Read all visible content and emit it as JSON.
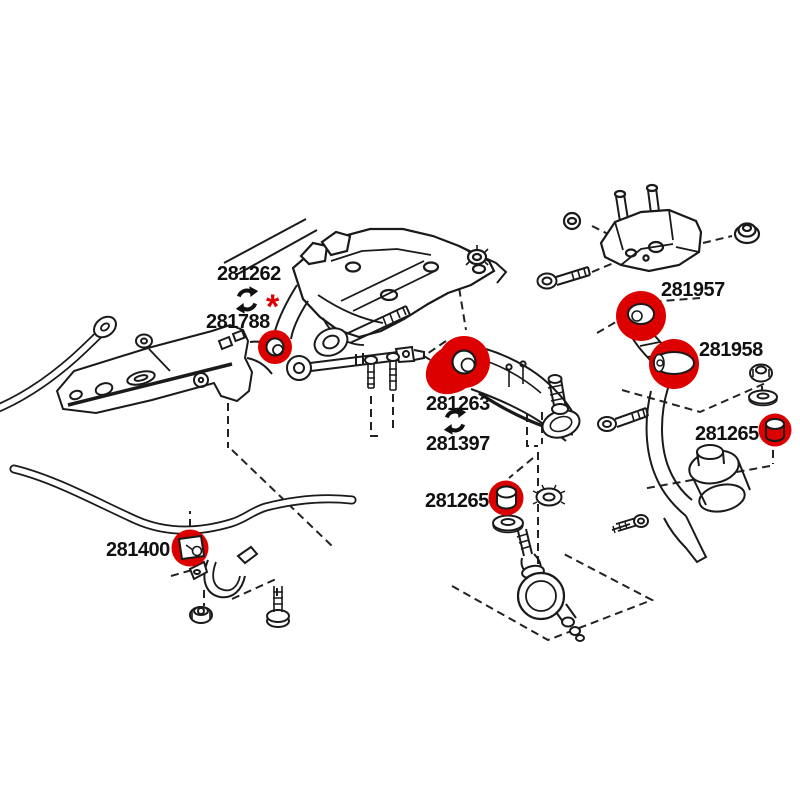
{
  "diagram": {
    "colors": {
      "background": "#ffffff",
      "line": "#1a1a1a",
      "highlight_red": "#dd0000",
      "label_text": "#111111"
    },
    "labels": [
      {
        "id": "281262-label",
        "text": "281262"
      },
      {
        "id": "281788-label",
        "text": "281788"
      },
      {
        "id": "281957-label",
        "text": "281957"
      },
      {
        "id": "281958-label",
        "text": "281958"
      },
      {
        "id": "281263-label",
        "text": "281263"
      },
      {
        "id": "281397-label",
        "text": "281397"
      },
      {
        "id": "281265-left-label",
        "text": "281265"
      },
      {
        "id": "281265-right-label",
        "text": "281265"
      },
      {
        "id": "281400-label",
        "text": "281400"
      }
    ],
    "asterisk": {
      "symbol": "*",
      "color": "#dd0000"
    },
    "icons": {
      "interchange_arrows": "circular-double-arrows"
    }
  }
}
